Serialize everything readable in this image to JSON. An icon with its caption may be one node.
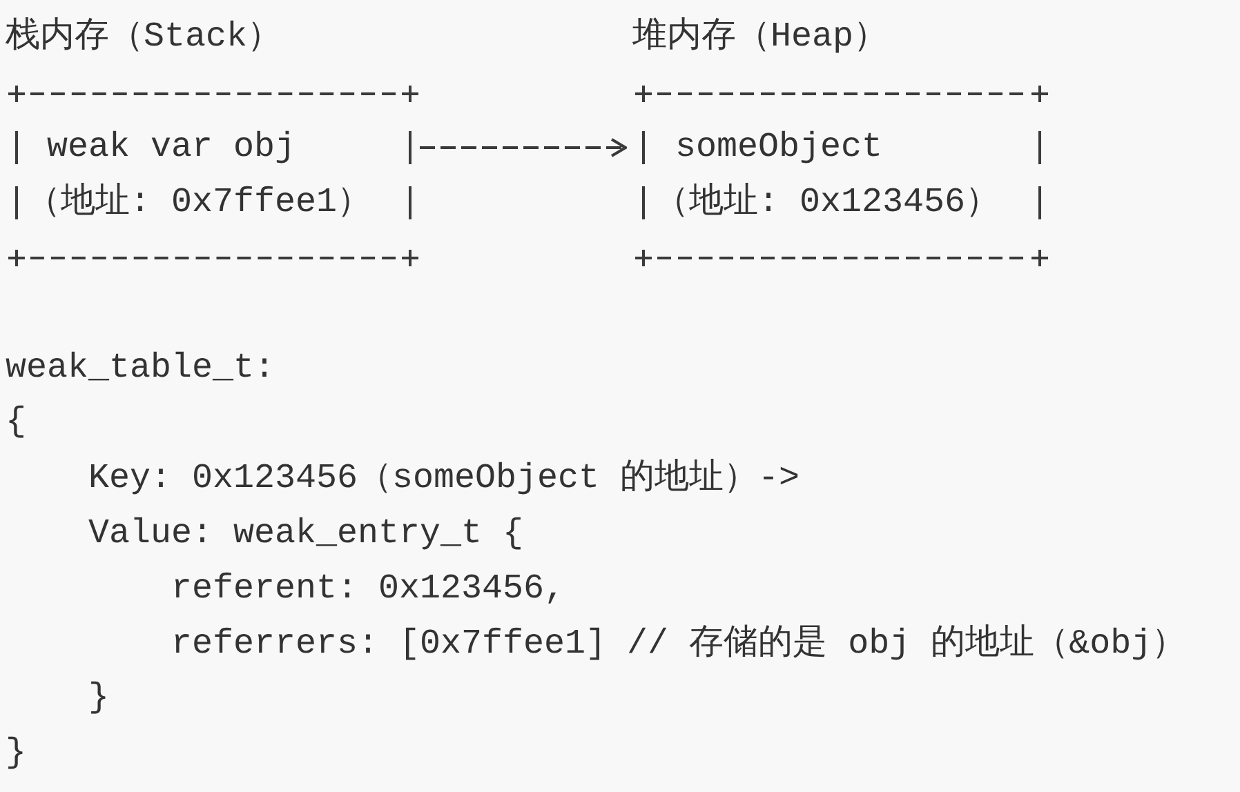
{
  "diagram": {
    "nodes": [
      {
        "text": [
          "栈内存（Stack）",
          "weak var obj （地址: 0x7ffee1）"
        ]
      },
      {
        "text": [
          "堆内存（Heap）",
          "someObject （地址: 0x123456）"
        ]
      }
    ],
    "edges": [
      {
        "from": 0,
        "to": 1,
        "arrow": "to",
        "style": "dashed"
      }
    ],
    "labels": [
      "weak_table_t:",
      "{",
      "Key: 0x123456（someObject 的地址）->",
      "Value: weak_entry_t {",
      "referent: 0x123456,",
      "referrers: [0x7ffee1] // 存储的是 obj 的地址（&obj）",
      "}",
      "}"
    ]
  }
}
